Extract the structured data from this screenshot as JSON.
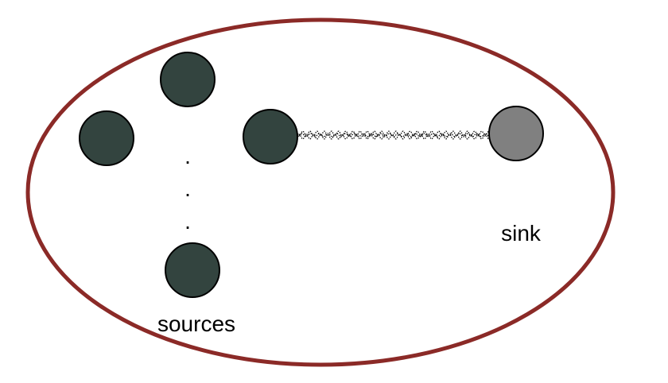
{
  "diagram": {
    "colors": {
      "boundary": "#8b2a27",
      "source_node": "#33443f",
      "sink_node": "#808080",
      "node_outline": "#000000"
    },
    "labels": {
      "sources": "sources",
      "sink": "sink"
    },
    "ellipsis": ".\n.\n.",
    "nodes": [
      {
        "id": "source-1",
        "role": "source"
      },
      {
        "id": "source-2",
        "role": "source"
      },
      {
        "id": "source-3",
        "role": "source"
      },
      {
        "id": "source-4",
        "role": "source"
      },
      {
        "id": "sink",
        "role": "sink"
      }
    ],
    "links": [
      {
        "from": "source-3",
        "to": "sink",
        "style": "wavy"
      }
    ]
  }
}
